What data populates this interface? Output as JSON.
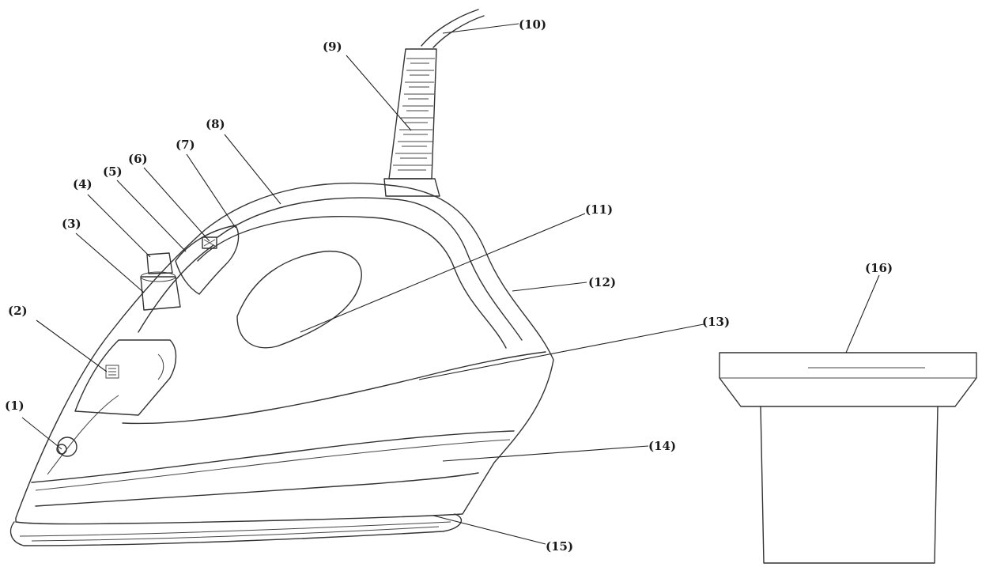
{
  "labels": {
    "l1": "(1)",
    "l2": "(2)",
    "l3": "(3)",
    "l4": "(4)",
    "l5": "(5)",
    "l6": "(6)",
    "l7": "(7)",
    "l8": "(8)",
    "l9": "(9)",
    "l10": "(10)",
    "l11": "(11)",
    "l12": "(12)",
    "l13": "(13)",
    "l14": "(14)",
    "l15": "(15)",
    "l16": "(16)"
  }
}
